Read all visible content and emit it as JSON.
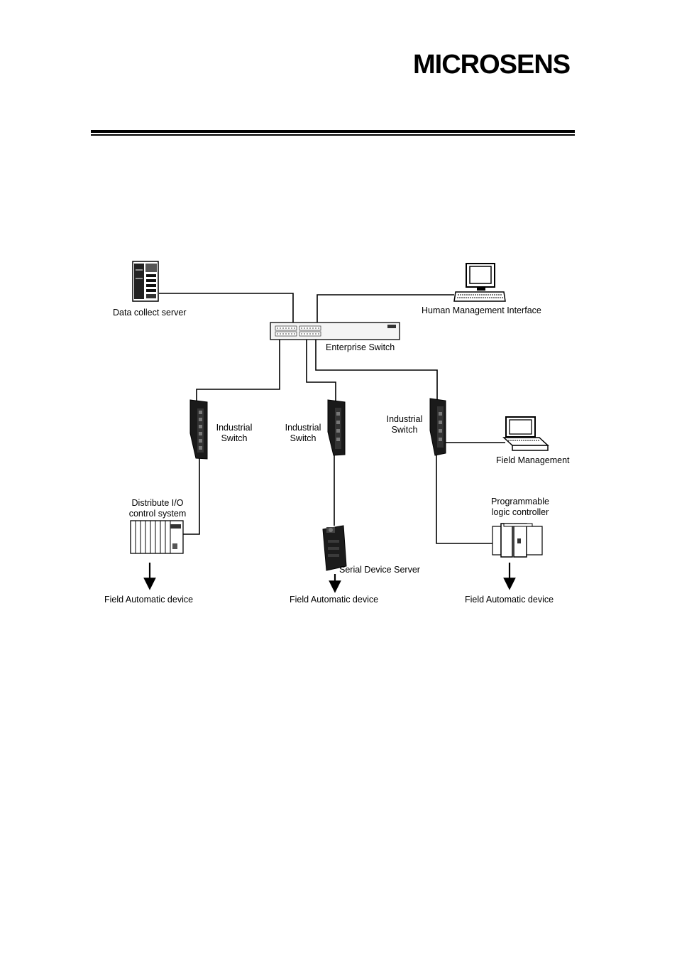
{
  "header": {
    "logo": "MICROSENS"
  },
  "diagram": {
    "labels": {
      "data_collect_server": "Data collect server",
      "human_management_interface": "Human Management Interface",
      "enterprise_switch": "Enterprise Switch",
      "industrial_switch_left_1": "Industrial",
      "industrial_switch_left_2": "Switch",
      "industrial_switch_mid_1": "Industrial",
      "industrial_switch_mid_2": "Switch",
      "industrial_switch_right_1": "Industrial",
      "industrial_switch_right_2": "Switch",
      "field_management": "Field Management",
      "distribute_io_1": "Distribute I/O",
      "distribute_io_2": "control system",
      "plc_1": "Programmable",
      "plc_2": "logic controller",
      "serial_device_server": "Serial Device Server",
      "field_device_left": "Field Automatic device",
      "field_device_mid": "Field Automatic device",
      "field_device_right": "Field Automatic device"
    }
  }
}
